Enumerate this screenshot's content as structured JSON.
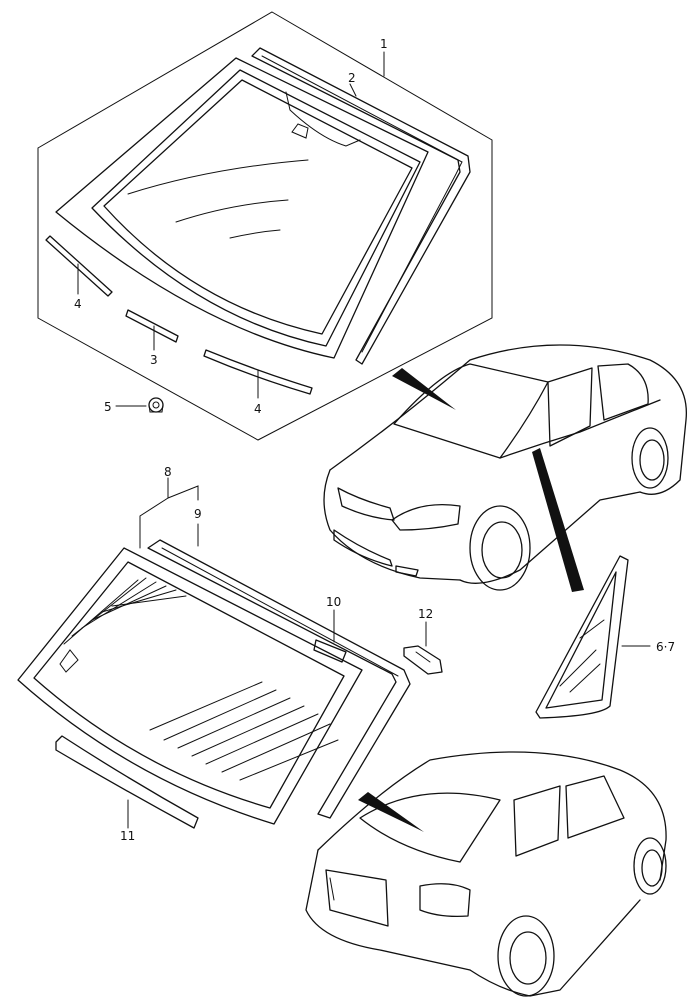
{
  "labels": {
    "l1": "1",
    "l2": "2",
    "l3": "3",
    "l4a": "4",
    "l4b": "4",
    "l5": "5",
    "l67": "6·7",
    "l8": "8",
    "l9": "9",
    "l10": "10",
    "l11": "11",
    "l12": "12"
  }
}
